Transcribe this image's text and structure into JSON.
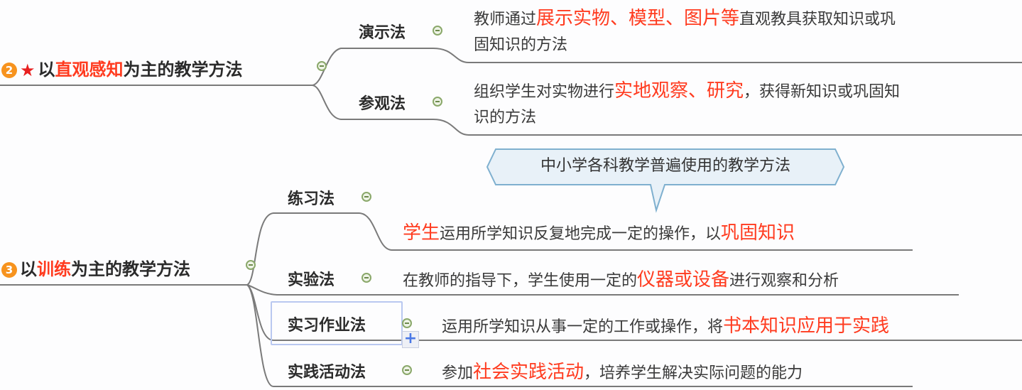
{
  "mindmap": {
    "section2": {
      "badge": "2",
      "star_icon": "★",
      "title_prefix": "以",
      "title_highlight": "直观感知",
      "title_suffix": "为主的教学方法",
      "children": [
        {
          "label": "演示法",
          "detail_pre": "教师通过",
          "detail_hl": "展示实物、模型、图片等",
          "detail_post": "直观教具获取知识或巩",
          "detail_line2": "固知识的方法"
        },
        {
          "label": "参观法",
          "detail_pre": "组织学生对实物进行",
          "detail_hl": "实地观察、研究",
          "detail_post": "，获得新知识或巩固知",
          "detail_line2": "识的方法"
        }
      ]
    },
    "section3": {
      "badge": "3",
      "title_prefix": "以",
      "title_highlight": "训练",
      "title_suffix": "为主的教学方法",
      "callout": "中小学各科教学普遍使用的教学方法",
      "children": [
        {
          "label": "练习法",
          "detail_hl1": "学生",
          "detail_mid": "运用所学知识反复地完成一定的操作，以",
          "detail_hl2": "巩固知识"
        },
        {
          "label": "实验法",
          "detail_pre": "在教师的指导下，学生使用一定的",
          "detail_hl": "仪器或设备",
          "detail_post": "进行观察和分析"
        },
        {
          "label": "实习作业法",
          "detail_pre": "运用所学知识从事一定的工作或操作，将",
          "detail_hl": "书本知识应用于实践",
          "detail_post": ""
        },
        {
          "label": "实践活动法",
          "detail_pre": "参加",
          "detail_hl": "社会实践活动",
          "detail_post": "，培养学生解决实际问题的能力"
        }
      ]
    },
    "add_button": "+",
    "colors": {
      "highlight": "#ff3b1f",
      "badge": "#f7931e",
      "line": "#7a7a7a",
      "collapse": "#8aa86a"
    }
  }
}
